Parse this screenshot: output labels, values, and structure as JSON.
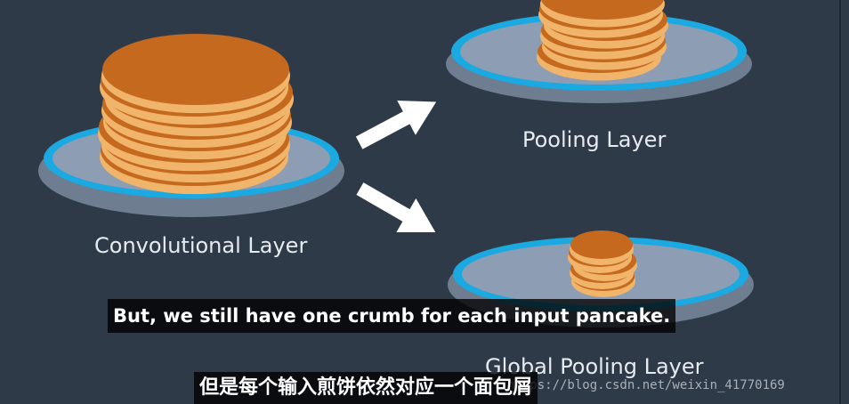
{
  "labels": {
    "conv": "Convolutional Layer",
    "pool": "Pooling Layer",
    "global": "Global Pooling Layer"
  },
  "subtitles": {
    "english": "But, we still have one crumb for each input pancake.",
    "chinese": "但是每个输入煎饼依然对应一个面包屑"
  },
  "watermark": "https://blog.csdn.net/weixin_41770169",
  "colors": {
    "background": "#2f3a48",
    "plate_shadow": "#6f7d90",
    "plate_rim": "#1aa9e0",
    "plate_inner": "#8d9eb4",
    "pancake_top": "#c4691d",
    "pancake_edge": "#f0b46b",
    "arrow": "#ffffff",
    "label_text": "#e6ebf0"
  }
}
